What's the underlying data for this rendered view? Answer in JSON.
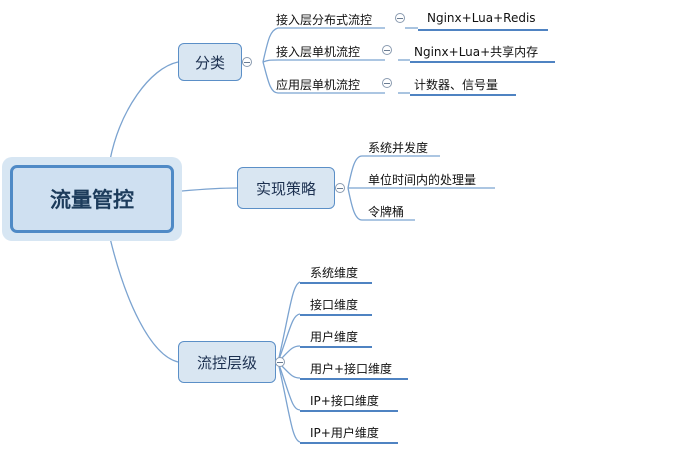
{
  "root": {
    "label": "流量管控"
  },
  "branches": [
    {
      "label": "分类",
      "children": [
        {
          "label": "接入层分布式流控",
          "detail": "Nginx+Lua+Redis"
        },
        {
          "label": "接入层单机流控",
          "detail": "Nginx+Lua+共享内存"
        },
        {
          "label": "应用层单机流控",
          "detail": "计数器、信号量"
        }
      ]
    },
    {
      "label": "实现策略",
      "children": [
        {
          "label": "系统并发度"
        },
        {
          "label": "单位时间内的处理量"
        },
        {
          "label": "令牌桶"
        }
      ]
    },
    {
      "label": "流控层级",
      "children": [
        {
          "label": "系统维度"
        },
        {
          "label": "接口维度"
        },
        {
          "label": "用户维度"
        },
        {
          "label": "用户+接口维度"
        },
        {
          "label": "IP+接口维度"
        },
        {
          "label": "IP+用户维度"
        }
      ]
    }
  ],
  "colors": {
    "line": "#4f83c2",
    "node_fill": "#d9e6f2",
    "node_border": "#5b8fc7"
  }
}
